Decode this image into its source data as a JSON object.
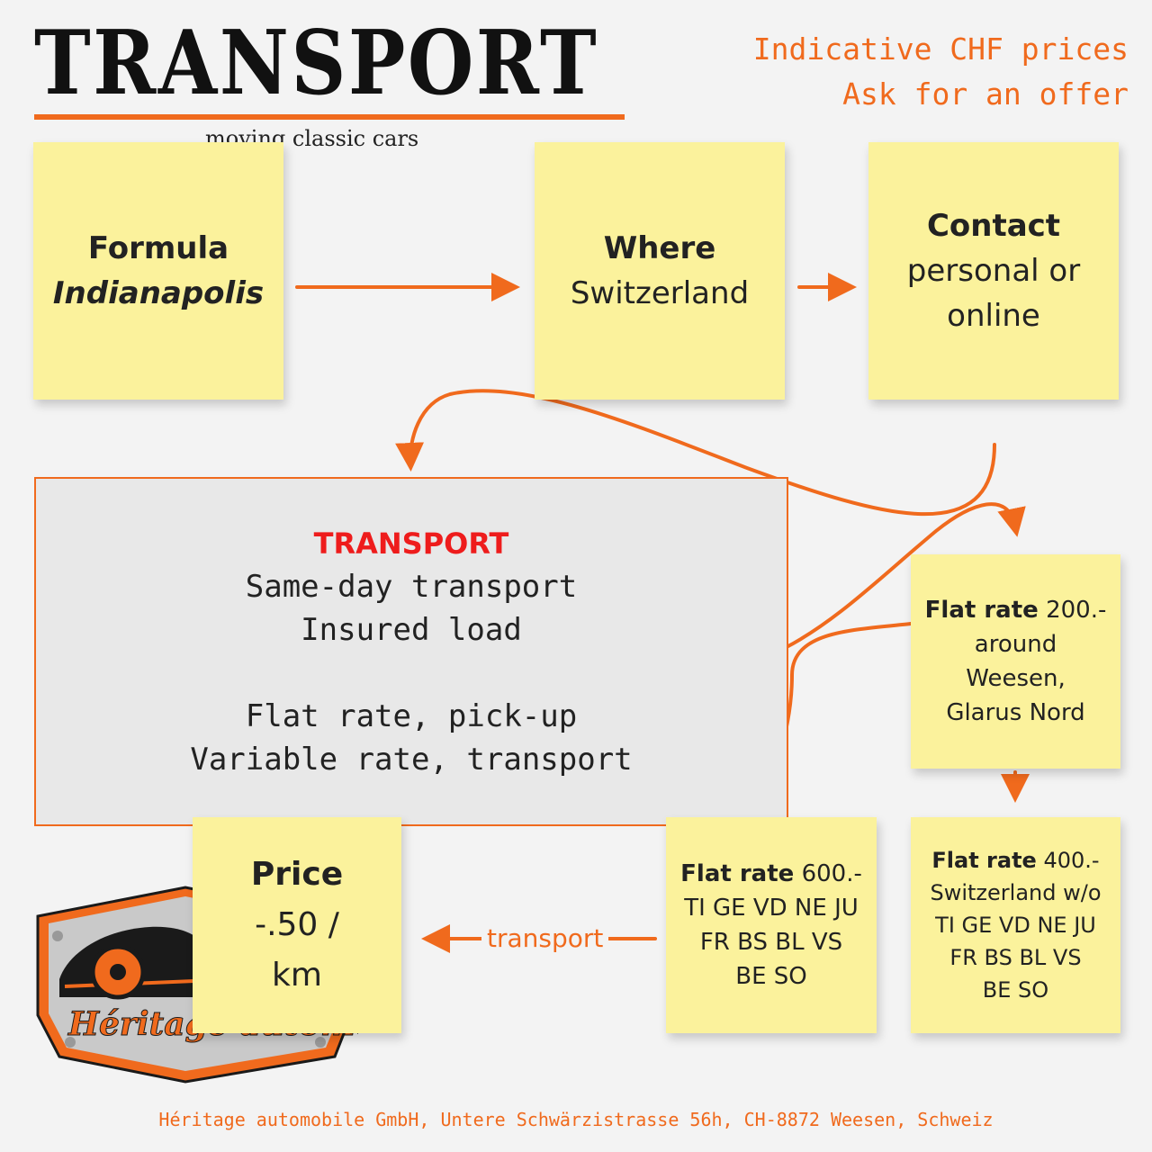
{
  "header": {
    "title": "TRANSPORT",
    "subtitle": "moving classic cars",
    "notice_line1": "Indicative CHF prices",
    "notice_line2": "Ask for an offer"
  },
  "notes": {
    "formula": {
      "heading": "Formula",
      "value": "Indianapolis"
    },
    "where": {
      "heading": "Where",
      "value": "Switzerland"
    },
    "contact": {
      "heading": "Contact",
      "line1": "personal or",
      "line2": "online"
    },
    "flat200": {
      "label": "Flat rate",
      "price": "200.-",
      "line1": "around",
      "line2": "Weesen,",
      "line3": "Glarus Nord"
    },
    "flat600": {
      "label": "Flat rate",
      "price": "600.-",
      "line1": "TI GE VD NE JU",
      "line2": "FR BS BL VS",
      "line3": "BE SO"
    },
    "flat400": {
      "label": "Flat rate",
      "price": "400.-",
      "line1": "Switzerland w/o",
      "line2": "TI GE VD NE JU",
      "line3": "FR BS BL VS",
      "line4": "BE SO"
    },
    "price": {
      "heading": "Price",
      "line1": "-.50 /",
      "line2": "km"
    }
  },
  "center_box": {
    "heading": "TRANSPORT",
    "line1": "Same-day transport",
    "line2": "Insured load",
    "line3": "Flat rate, pick-up",
    "line4": "Variable rate, transport"
  },
  "edge_label": "transport",
  "logo": {
    "text": "Héritage automobile"
  },
  "footer": "Héritage automobile GmbH, Untere Schwärzistrasse 56h, CH-8872 Weesen, Schweiz",
  "colors": {
    "accent": "#f06a1d",
    "note": "#fbf29c",
    "red": "#ee1c1c",
    "box": "#e8e8e8"
  }
}
